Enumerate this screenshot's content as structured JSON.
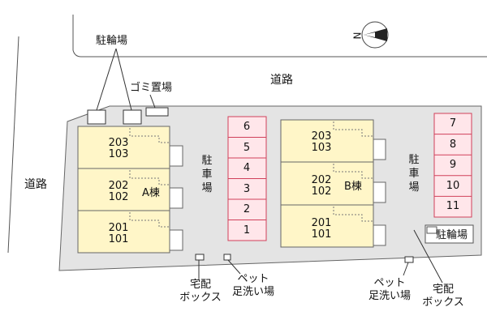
{
  "north": "N",
  "road_top": "道路",
  "road_left": "道路",
  "bicycle_parking_top": "駐輪場",
  "garbage": "ゴミ置場",
  "parking_left": [
    "駐",
    "車",
    "場"
  ],
  "parking_right": [
    "駐",
    "車",
    "場"
  ],
  "parking_left_numbers": [
    "6",
    "5",
    "4",
    "3",
    "2",
    "1"
  ],
  "parking_right_numbers": [
    "7",
    "8",
    "9",
    "10",
    "11"
  ],
  "bicycle_parking_right": "駐輪場",
  "building_a": {
    "name": "A棟",
    "floors": [
      {
        "top": "203",
        "bottom": "103"
      },
      {
        "top": "202",
        "bottom": "102"
      },
      {
        "top": "201",
        "bottom": "101"
      }
    ]
  },
  "building_b": {
    "name": "B棟",
    "floors": [
      {
        "top": "203",
        "bottom": "103"
      },
      {
        "top": "202",
        "bottom": "102"
      },
      {
        "top": "201",
        "bottom": "101"
      }
    ]
  },
  "delivery_box_left": [
    "宅配",
    "ボックス"
  ],
  "pet_wash_left": [
    "ペット",
    "足洗い場"
  ],
  "pet_wash_right": [
    "ペット",
    "足洗い場"
  ],
  "delivery_box_right": [
    "宅配",
    "ボックス"
  ]
}
